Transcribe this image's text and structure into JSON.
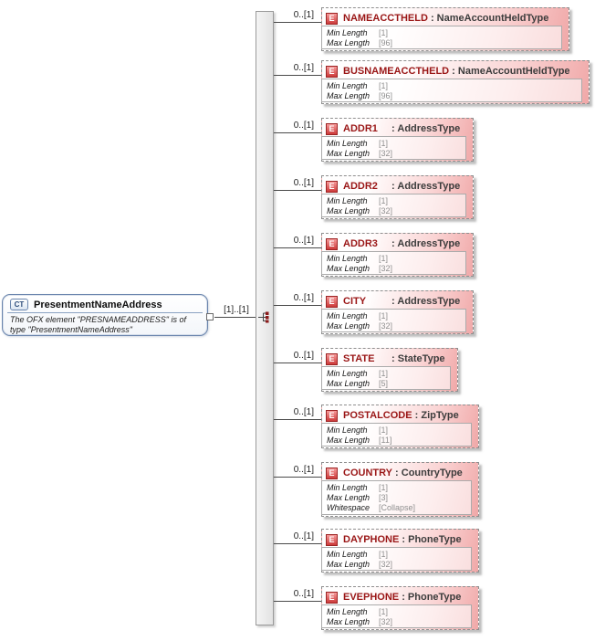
{
  "ui": {
    "element_badge": "E",
    "complex_type_badge": "CT",
    "type_separator": " : "
  },
  "root": {
    "title": "PresentmentNameAddress",
    "description": "The OFX element \"PRESNAMEADDRESS\" is of type \"PresentmentNameAddress\"",
    "cardinality": "[1]..[1]"
  },
  "elements": [
    {
      "name": "NAMEACCTHELD",
      "type": "NameAccountHeldType",
      "cardinality": "0..[1]",
      "facets": [
        {
          "label": "Min Length",
          "value": "[1]"
        },
        {
          "label": "Max Length",
          "value": "[96]"
        }
      ]
    },
    {
      "name": "BUSNAMEACCTHELD",
      "type": "NameAccountHeldType",
      "cardinality": "0..[1]",
      "facets": [
        {
          "label": "Min Length",
          "value": "[1]"
        },
        {
          "label": "Max Length",
          "value": "[96]"
        }
      ]
    },
    {
      "name": "ADDR1",
      "type": "AddressType",
      "cardinality": "0..[1]",
      "facets": [
        {
          "label": "Min Length",
          "value": "[1]"
        },
        {
          "label": "Max Length",
          "value": "[32]"
        }
      ]
    },
    {
      "name": "ADDR2",
      "type": "AddressType",
      "cardinality": "0..[1]",
      "facets": [
        {
          "label": "Min Length",
          "value": "[1]"
        },
        {
          "label": "Max Length",
          "value": "[32]"
        }
      ]
    },
    {
      "name": "ADDR3",
      "type": "AddressType",
      "cardinality": "0..[1]",
      "facets": [
        {
          "label": "Min Length",
          "value": "[1]"
        },
        {
          "label": "Max Length",
          "value": "[32]"
        }
      ]
    },
    {
      "name": "CITY",
      "type": "AddressType",
      "cardinality": "0..[1]",
      "facets": [
        {
          "label": "Min Length",
          "value": "[1]"
        },
        {
          "label": "Max Length",
          "value": "[32]"
        }
      ]
    },
    {
      "name": "STATE",
      "type": "StateType",
      "cardinality": "0..[1]",
      "facets": [
        {
          "label": "Min Length",
          "value": "[1]"
        },
        {
          "label": "Max Length",
          "value": "[5]"
        }
      ]
    },
    {
      "name": "POSTALCODE",
      "type": "ZipType",
      "cardinality": "0..[1]",
      "facets": [
        {
          "label": "Min Length",
          "value": "[1]"
        },
        {
          "label": "Max Length",
          "value": "[11]"
        }
      ]
    },
    {
      "name": "COUNTRY",
      "type": "CountryType",
      "cardinality": "0..[1]",
      "facets": [
        {
          "label": "Min Length",
          "value": "[1]"
        },
        {
          "label": "Max Length",
          "value": "[3]"
        },
        {
          "label": "Whitespace",
          "value": "[Collapse]"
        }
      ]
    },
    {
      "name": "DAYPHONE",
      "type": "PhoneType",
      "cardinality": "0..[1]",
      "facets": [
        {
          "label": "Min Length",
          "value": "[1]"
        },
        {
          "label": "Max Length",
          "value": "[32]"
        }
      ]
    },
    {
      "name": "EVEPHONE",
      "type": "PhoneType",
      "cardinality": "0..[1]",
      "facets": [
        {
          "label": "Min Length",
          "value": "[1]"
        },
        {
          "label": "Max Length",
          "value": "[32]"
        }
      ]
    }
  ]
}
